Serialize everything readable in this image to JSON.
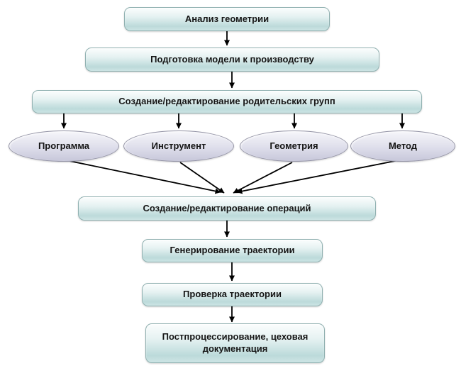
{
  "diagram": {
    "title": "CAM workflow flowchart",
    "nodes": {
      "analysis": {
        "label": "Анализ геометрии"
      },
      "preparation": {
        "label": "Подготовка модели к производству"
      },
      "parent_groups": {
        "label": "Создание/редактирование родительских групп"
      },
      "program": {
        "label": "Программа"
      },
      "tool": {
        "label": "Инструмент"
      },
      "geometry": {
        "label": "Геометрия"
      },
      "method": {
        "label": "Метод"
      },
      "operations": {
        "label": "Создание/редактирование операций"
      },
      "trajectory_generation": {
        "label": "Генерирование траектории"
      },
      "trajectory_check": {
        "label": "Проверка траектории"
      },
      "postprocessing": {
        "label": "Постпроцессирование, цеховая документация"
      }
    },
    "colors": {
      "box_fill_top": "#fbfdfd",
      "box_fill_bottom": "#bcdada",
      "box_border": "#8fb0b0",
      "ellipse_fill_top": "#f6f6fa",
      "ellipse_fill_bottom": "#c7c7da",
      "ellipse_border": "#9494a6",
      "arrow": "#000000",
      "text": "#151515",
      "background": "#ffffff"
    }
  }
}
